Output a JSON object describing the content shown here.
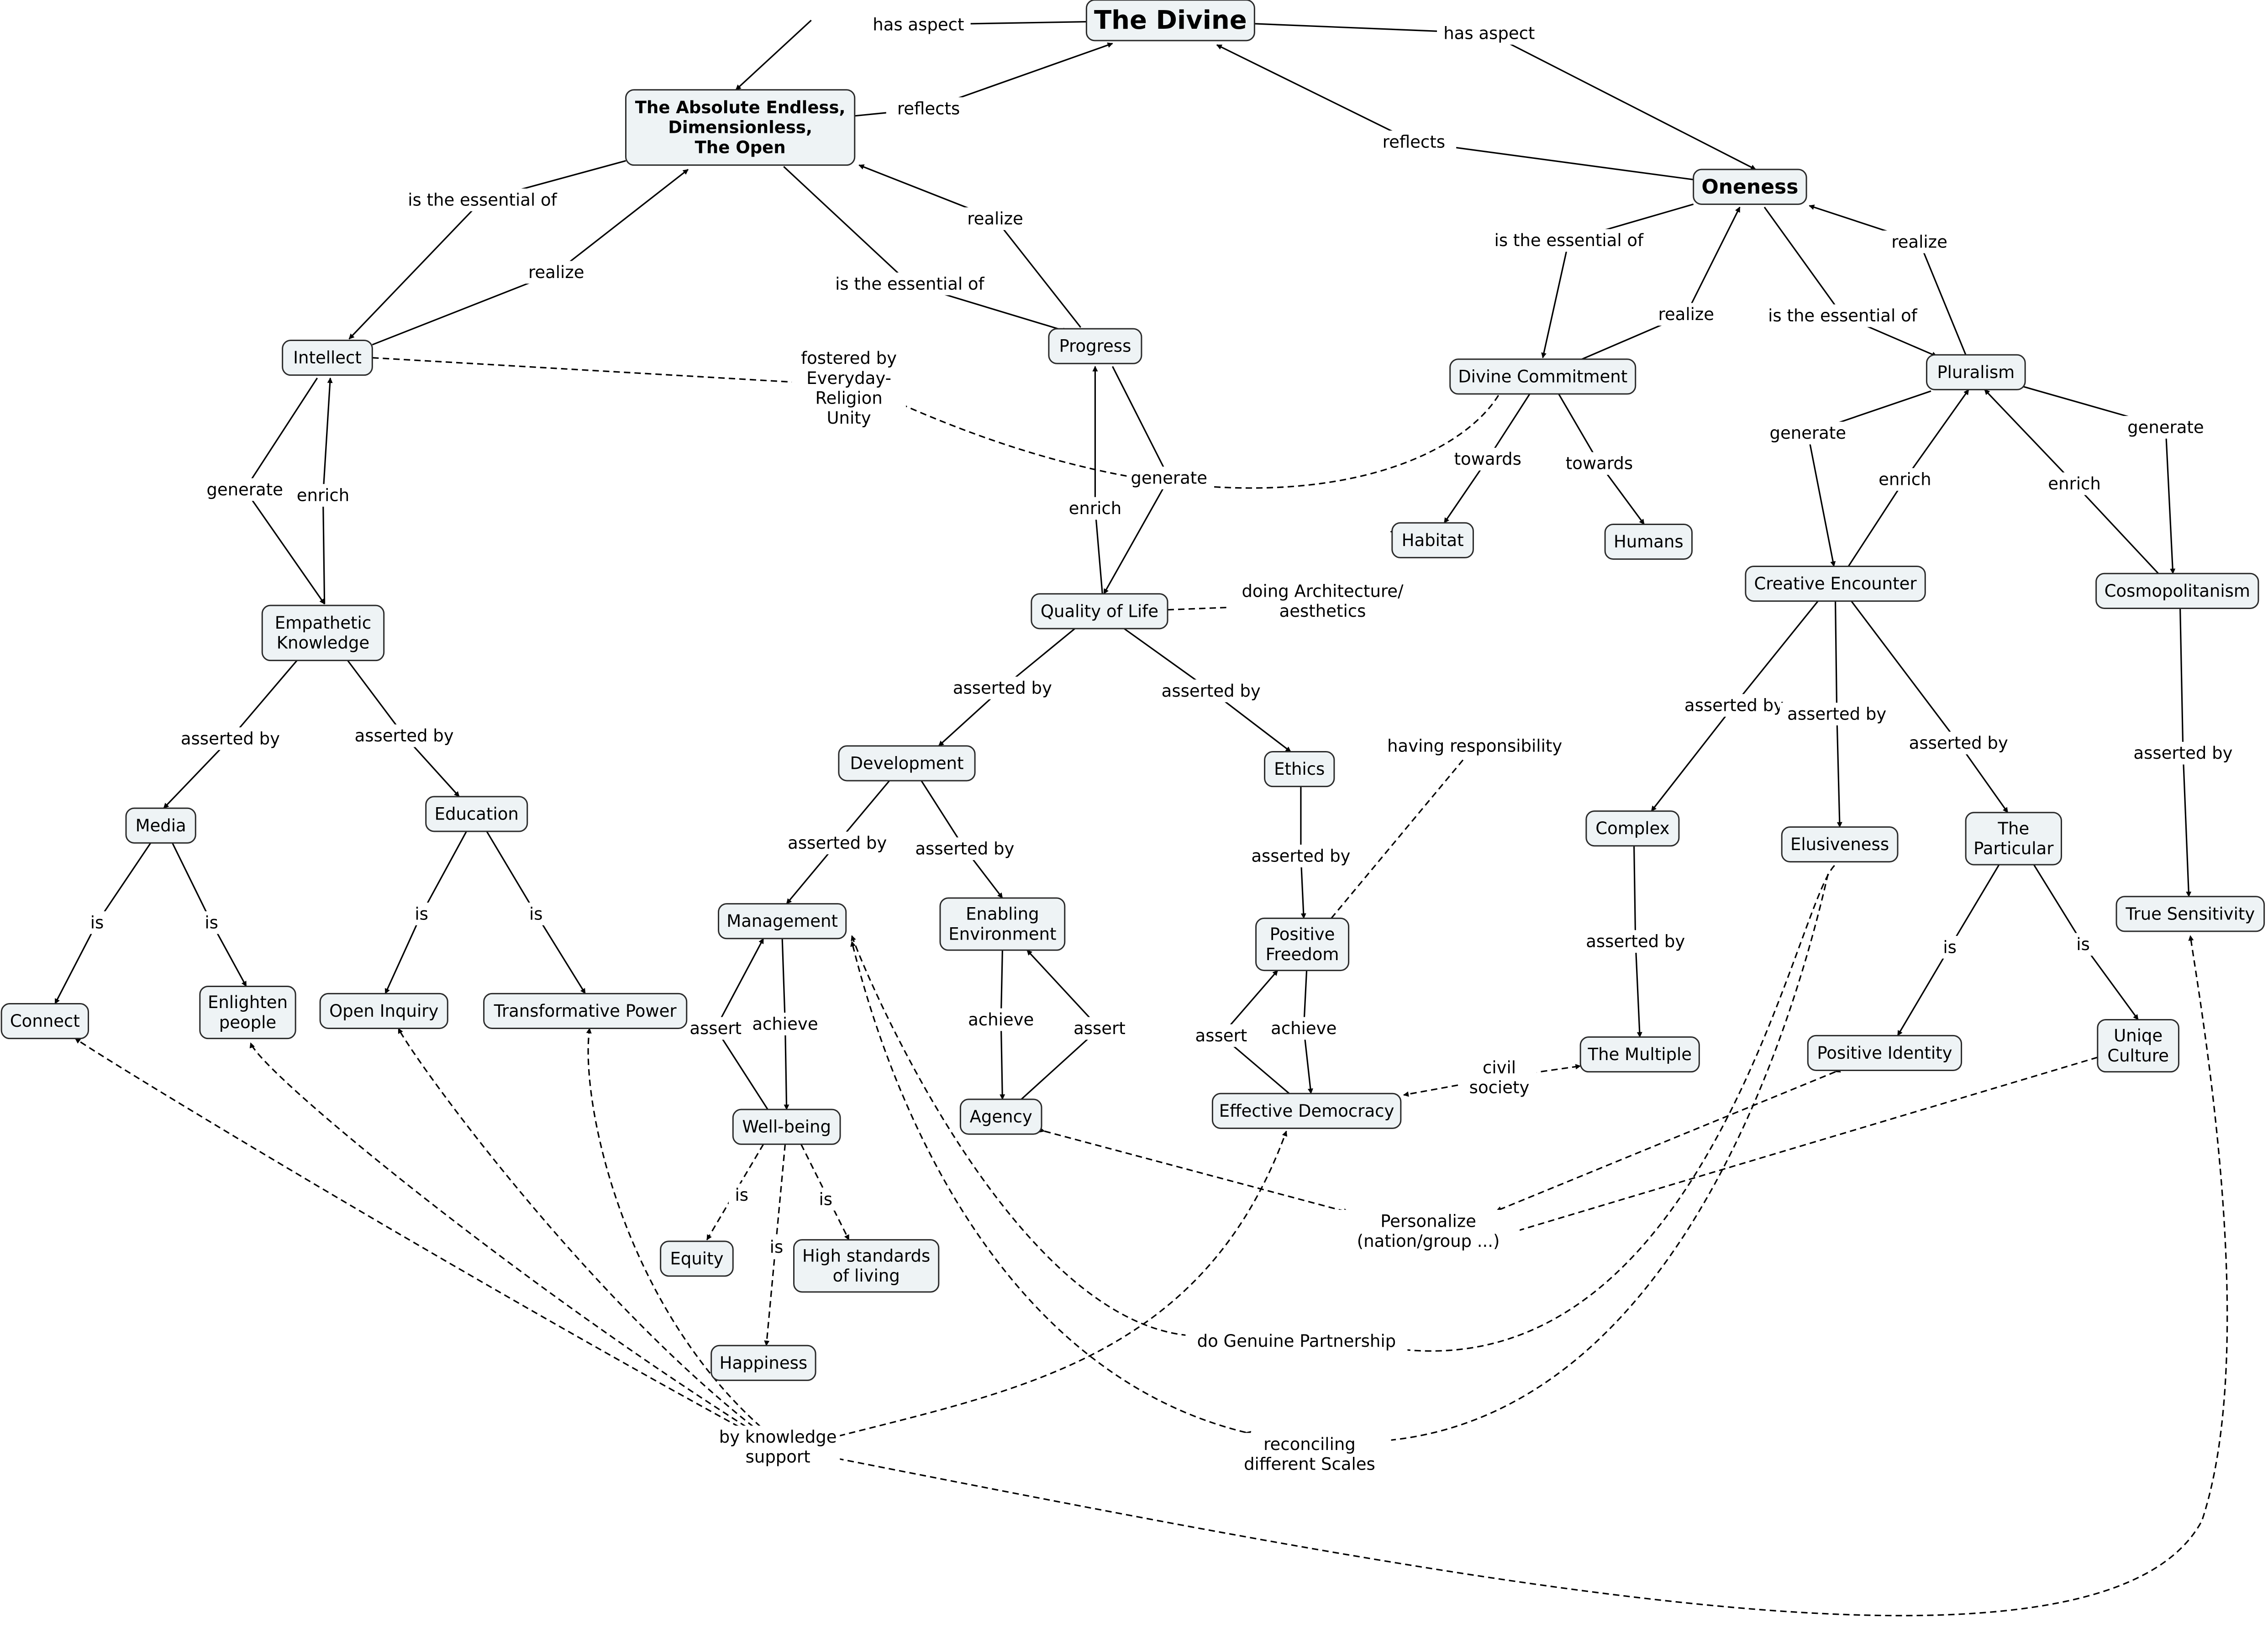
{
  "concepts": {
    "divine": {
      "lines": [
        "The Divine"
      ],
      "weight": "bold",
      "size": 56
    },
    "absolute": {
      "lines": [
        "The Absolute Endless,",
        "Dimensionless,",
        "The Open"
      ],
      "weight": "bold",
      "size": 37
    },
    "oneness": {
      "lines": [
        "Oneness"
      ],
      "weight": "bold",
      "size": 44
    },
    "intellect": {
      "lines": [
        "Intellect"
      ]
    },
    "progress": {
      "lines": [
        "Progress"
      ]
    },
    "divine_commitment": {
      "lines": [
        "Divine Commitment"
      ]
    },
    "pluralism": {
      "lines": [
        "Pluralism"
      ]
    },
    "empathetic": {
      "lines": [
        "Empathetic",
        "Knowledge"
      ]
    },
    "habitat": {
      "lines": [
        "Habitat"
      ]
    },
    "humans": {
      "lines": [
        "Humans"
      ]
    },
    "quality": {
      "lines": [
        "Quality of Life"
      ]
    },
    "creative": {
      "lines": [
        "Creative Encounter"
      ]
    },
    "cosmo": {
      "lines": [
        "Cosmopolitanism"
      ]
    },
    "media": {
      "lines": [
        "Media"
      ]
    },
    "education": {
      "lines": [
        "Education"
      ]
    },
    "development": {
      "lines": [
        "Development"
      ]
    },
    "ethics": {
      "lines": [
        "Ethics"
      ]
    },
    "complex": {
      "lines": [
        "Complex"
      ]
    },
    "elusiveness": {
      "lines": [
        "Elusiveness"
      ]
    },
    "particular": {
      "lines": [
        "The",
        "Particular"
      ]
    },
    "true_sens": {
      "lines": [
        "True Sensitivity"
      ]
    },
    "management": {
      "lines": [
        "Management"
      ]
    },
    "enabling": {
      "lines": [
        "Enabling",
        "Environment"
      ]
    },
    "pos_freedom": {
      "lines": [
        "Positive",
        "Freedom"
      ]
    },
    "connect": {
      "lines": [
        "Connect"
      ]
    },
    "enlighten": {
      "lines": [
        "Enlighten",
        "people"
      ]
    },
    "open_inquiry": {
      "lines": [
        "Open Inquiry"
      ]
    },
    "transformative": {
      "lines": [
        "Transformative Power"
      ]
    },
    "multiple": {
      "lines": [
        "The Multiple"
      ]
    },
    "pos_identity": {
      "lines": [
        "Positive Identity"
      ]
    },
    "uniqe": {
      "lines": [
        "Uniqe",
        "Culture"
      ]
    },
    "wellbeing": {
      "lines": [
        "Well-being"
      ]
    },
    "agency": {
      "lines": [
        "Agency"
      ]
    },
    "eff_dem": {
      "lines": [
        "Effective Democracy"
      ]
    },
    "equity": {
      "lines": [
        "Equity"
      ]
    },
    "high_std": {
      "lines": [
        "High standards",
        "of living"
      ]
    },
    "happiness": {
      "lines": [
        "Happiness"
      ]
    }
  },
  "link_phrases": {
    "has_aspect_left": [
      "has aspect"
    ],
    "has_aspect_right": [
      "has aspect"
    ],
    "reflects_left": [
      "reflects"
    ],
    "reflects_right": [
      "reflects"
    ],
    "ess_abs_intellect": [
      "is the essential of"
    ],
    "realize_intellect": [
      "realize"
    ],
    "ess_abs_progress": [
      "is the essential of"
    ],
    "realize_progress": [
      "realize"
    ],
    "ess_one_dc": [
      "is the essential of"
    ],
    "realize_dc": [
      "realize"
    ],
    "ess_one_pl": [
      "is the essential of"
    ],
    "realize_pl": [
      "realize"
    ],
    "fostered": [
      "fostered by",
      "Everyday-",
      "Religion",
      "Unity"
    ],
    "generate_intellect": [
      "generate"
    ],
    "enrich_intellect": [
      "enrich"
    ],
    "enrich_quality": [
      "enrich"
    ],
    "generate_progress": [
      "generate"
    ],
    "towards_habitat": [
      "towards"
    ],
    "towards_humans": [
      "towards"
    ],
    "generate_creative": [
      "generate"
    ],
    "enrich_creative": [
      "enrich"
    ],
    "enrich_cosmo": [
      "enrich"
    ],
    "generate_cosmo": [
      "generate"
    ],
    "doing_arch": [
      "doing Architecture/",
      "aesthetics"
    ],
    "having_resp": [
      "having responsibility"
    ],
    "asserted_media": [
      "asserted by"
    ],
    "asserted_education": [
      "asserted by"
    ],
    "asserted_dev": [
      "asserted by"
    ],
    "asserted_ethics": [
      "asserted by"
    ],
    "asserted_complex": [
      "asserted by"
    ],
    "asserted_elusiveness": [
      "asserted by"
    ],
    "asserted_particular": [
      "asserted by"
    ],
    "asserted_truesens": [
      "asserted by"
    ],
    "is_connect": [
      "is"
    ],
    "is_enlighten": [
      "is"
    ],
    "is_openinq": [
      "is"
    ],
    "is_transform": [
      "is"
    ],
    "asserted_mgmt": [
      "asserted by"
    ],
    "asserted_enabling": [
      "asserted by"
    ],
    "asserted_posfree": [
      "asserted by"
    ],
    "asserted_multiple": [
      "asserted by"
    ],
    "is_posid": [
      "is"
    ],
    "is_uniqe": [
      "is"
    ],
    "assert_mgmt": [
      "assert"
    ],
    "achieve_wb": [
      "achieve"
    ],
    "achieve_agency": [
      "achieve"
    ],
    "assert_enabling": [
      "assert"
    ],
    "assert_posfree": [
      "assert"
    ],
    "achieve_effdem": [
      "achieve"
    ],
    "civil": [
      "civil",
      "society"
    ],
    "is_equity": [
      "is"
    ],
    "is_highstd": [
      "is"
    ],
    "is_happiness": [
      "is"
    ],
    "personalize": [
      "Personalize",
      "(nation/group ...)"
    ],
    "genuine": [
      "do Genuine Partnership"
    ],
    "reconciling": [
      "reconciling",
      "different Scales"
    ],
    "by_knowledge": [
      "by knowledge",
      "support"
    ]
  }
}
